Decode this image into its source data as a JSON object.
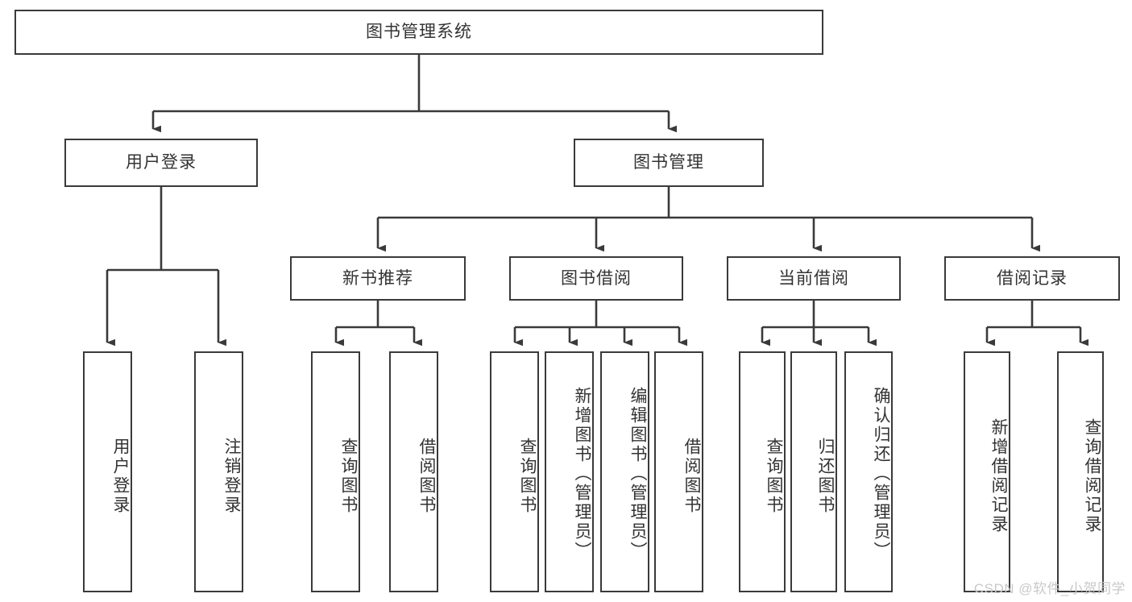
{
  "diagram": {
    "title": "图书管理系统",
    "watermark": "CSDN @软件_小贺同学",
    "colors": {
      "background": "#ffffff",
      "box_border": "#3a3a3a",
      "box_fill": "#ffffff",
      "text": "#333333",
      "connector": "#3a3a3a",
      "watermark": "#c9c9c9"
    },
    "levels": {
      "root": "图书管理系统",
      "level2": [
        "用户登录",
        "图书管理"
      ],
      "level3": [
        "新书推荐",
        "图书借阅",
        "当前借阅",
        "借阅记录"
      ]
    },
    "nodes": {
      "root": {
        "label": "图书管理系统"
      },
      "user_login": {
        "label": "用户登录"
      },
      "book_manage": {
        "label": "图书管理"
      },
      "new_book_rec": {
        "label": "新书推荐"
      },
      "book_borrow": {
        "label": "图书借阅"
      },
      "current_borrow": {
        "label": "当前借阅"
      },
      "borrow_record": {
        "label": "借阅记录"
      },
      "leaf_user_login": {
        "label": "用户登录"
      },
      "leaf_user_logout": {
        "label": "注销登录"
      },
      "leaf_rec_query": {
        "label": "查询图书"
      },
      "leaf_rec_borrow": {
        "label": "借阅图书"
      },
      "leaf_borrow_query": {
        "label": "查询图书"
      },
      "leaf_borrow_add": {
        "label": "新增图书（管理员）"
      },
      "leaf_borrow_edit": {
        "label": "编辑图书（管理员）"
      },
      "leaf_borrow_lend": {
        "label": "借阅图书"
      },
      "leaf_cur_query": {
        "label": "查询图书"
      },
      "leaf_cur_return": {
        "label": "归还图书"
      },
      "leaf_cur_confirm": {
        "label": "确认归还（管理员）"
      },
      "leaf_rec_add": {
        "label": "新增借阅记录"
      },
      "leaf_rec_query2": {
        "label": "查询借阅记录"
      }
    }
  }
}
